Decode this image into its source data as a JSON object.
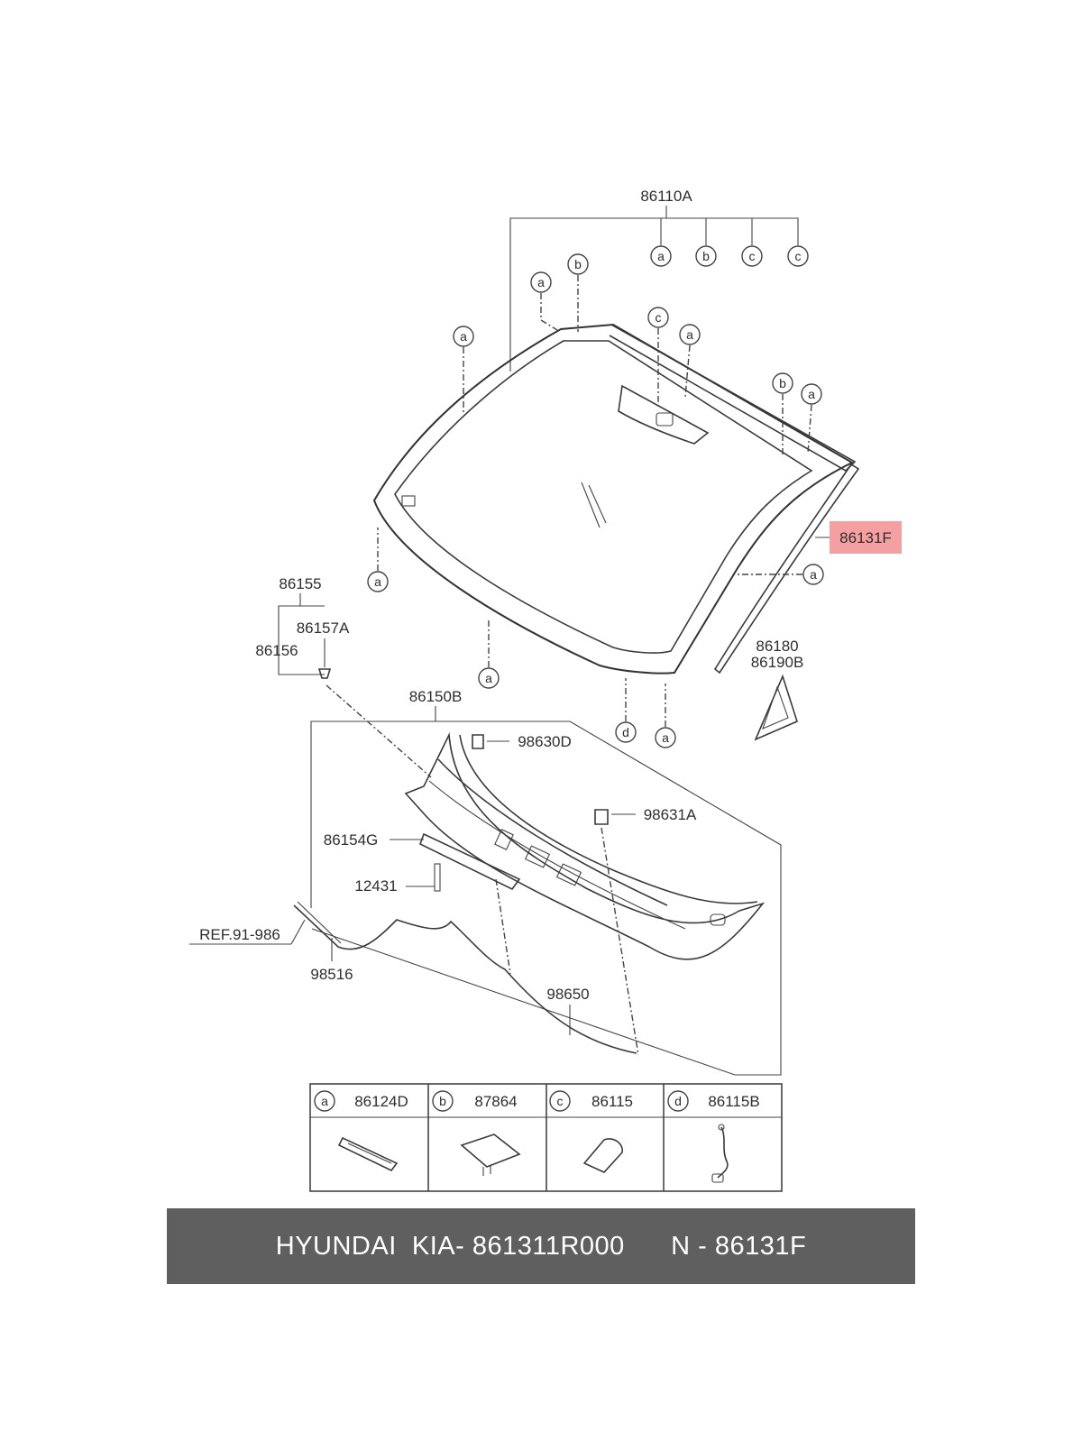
{
  "callouts": {
    "assembly": "86110A",
    "highlighted": "86131F",
    "p86155": "86155",
    "p86157A": "86157A",
    "p86156": "86156",
    "p86180": "86180",
    "p86190B": "86190B",
    "p86150B": "86150B",
    "p98630D": "98630D",
    "p98631A": "98631A",
    "p86154G": "86154G",
    "p12431": "12431",
    "ref": "REF.91-986",
    "p98516": "98516",
    "p98650": "98650"
  },
  "letters": {
    "a": "a",
    "b": "b",
    "c": "c",
    "d": "d"
  },
  "legend": [
    {
      "letter": "a",
      "part": "86124D"
    },
    {
      "letter": "b",
      "part": "87864"
    },
    {
      "letter": "c",
      "part": "86115"
    },
    {
      "letter": "d",
      "part": "86115B"
    }
  ],
  "caption": {
    "brand": "HYUNDAI  KIA",
    "oem": "- 861311R000",
    "number": "N - 86131F"
  },
  "colors": {
    "highlight": "#f4a0a0",
    "caption_bg": "#5f5f5f",
    "caption_text": "#ffffff"
  }
}
